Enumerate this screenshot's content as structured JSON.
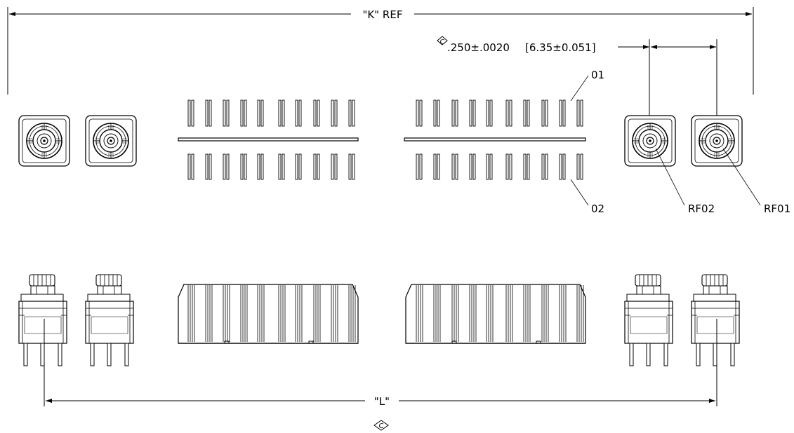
{
  "dimensions": {
    "k_ref": "\"K\" REF",
    "pitch_basic": ".250±.0020",
    "pitch_metric": "[6.35±0.051]",
    "l_dim": "\"L\"",
    "datum_symbol": "C"
  },
  "callouts": {
    "pin_01": "01",
    "pin_02": "02",
    "rf02": "RF02",
    "rf01": "RF01"
  },
  "icons": {
    "datum": "circled-c-datum-icon"
  }
}
